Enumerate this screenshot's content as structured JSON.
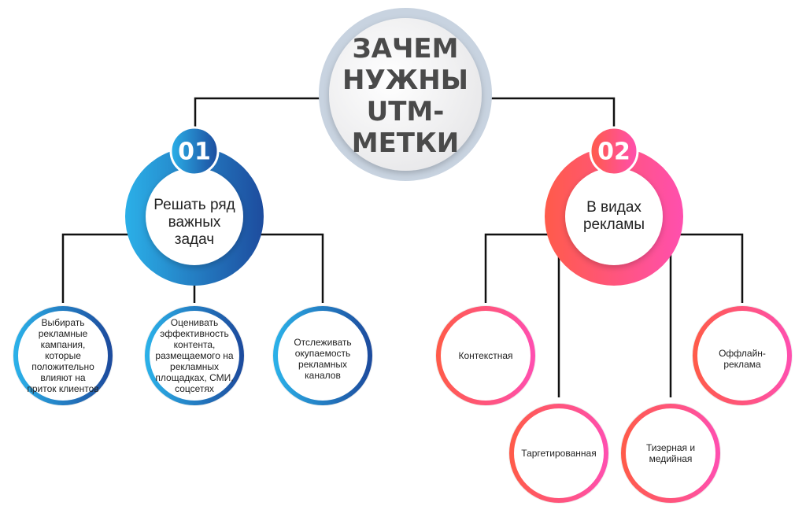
{
  "title": "ЗАЧЕМ НУЖНЫ UTM-МЕТКИ",
  "branches": [
    {
      "number": "01",
      "label": "Решать ряд важных задач",
      "items": [
        "Выбирать рекламные кампания, которые положительно влияют на приток клиентов",
        "Оценивать эффективность контента, размещаемого на рекламных площадках, СМИ, соцсетях",
        "Отслеживать окупаемость рекламных каналов"
      ]
    },
    {
      "number": "02",
      "label": "В видах рекламы",
      "items": [
        "Контекстная",
        "Таргетированная",
        "Тизерная и медийная",
        "Оффлайн-реклама"
      ]
    }
  ],
  "colors": {
    "blue_start": "#2bb0e8",
    "blue_end": "#1d4c9e",
    "pink_start": "#ff5b4a",
    "pink_end": "#ff4fae",
    "center_ring": "#c8d3e0",
    "line": "#111111"
  }
}
